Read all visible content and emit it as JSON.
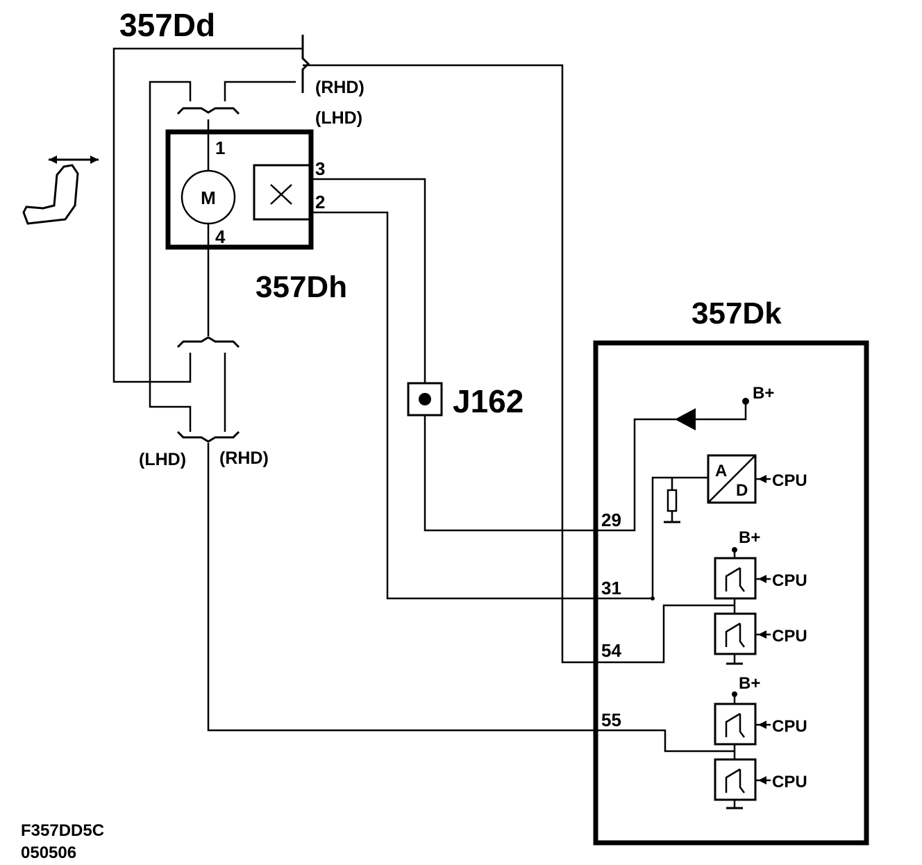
{
  "components": {
    "seat_switch": {
      "label": "357Dd",
      "note_rhd": "(RHD)",
      "note_lhd": "(LHD)"
    },
    "seat_motor": {
      "label": "357Dh",
      "motor_symbol": "M",
      "sensor_symbol": "×",
      "pins": [
        "1",
        "4",
        "3",
        "2"
      ]
    },
    "connector": {
      "label": "J162"
    },
    "control_module": {
      "label": "357Dk",
      "pins": [
        "29",
        "31",
        "54",
        "55"
      ]
    }
  },
  "lower_notes": {
    "lhd": "(LHD)",
    "rhd": "(RHD)"
  },
  "module_internals": {
    "supply": "B+",
    "adc_a": "A",
    "adc_d": "D",
    "cpu": "CPU"
  },
  "icons": [
    "seat-icon",
    "motor-icon",
    "position-sensor-icon",
    "connector-icon",
    "adc-icon",
    "transistor-icon",
    "ground-icon",
    "diode-icon"
  ],
  "footer": {
    "code": "F357DD5C",
    "date": "050506"
  }
}
